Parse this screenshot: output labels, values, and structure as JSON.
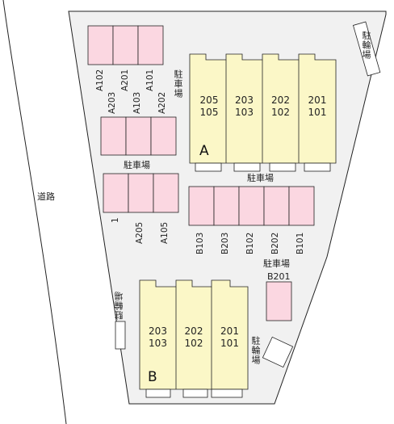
{
  "road_label": "道路",
  "parking_label": "駐車場",
  "bicycle_label": "駐輪場",
  "building_a_label": "A",
  "building_b_label": "B",
  "building_a_units": [
    {
      "upper": "205",
      "lower": "105"
    },
    {
      "upper": "203",
      "lower": "103"
    },
    {
      "upper": "202",
      "lower": "102"
    },
    {
      "upper": "201",
      "lower": "101"
    }
  ],
  "building_b_units": [
    {
      "upper": "203",
      "lower": "103"
    },
    {
      "upper": "202",
      "lower": "102"
    },
    {
      "upper": "201",
      "lower": "101"
    }
  ],
  "spaces_top": [
    "A102",
    "A201",
    "A101"
  ],
  "spaces_mid": [
    "A203",
    "A103",
    "A202"
  ],
  "spaces_lower": [
    "1",
    "A205",
    "A105"
  ],
  "spaces_b_row": [
    "B103",
    "B203",
    "B102",
    "B202",
    "B101"
  ],
  "space_b201": "B201",
  "colors": {
    "site": "#f1f1f1",
    "building": "#fbf7c7",
    "parking": "#fbd7e1",
    "outline": "#222222"
  }
}
